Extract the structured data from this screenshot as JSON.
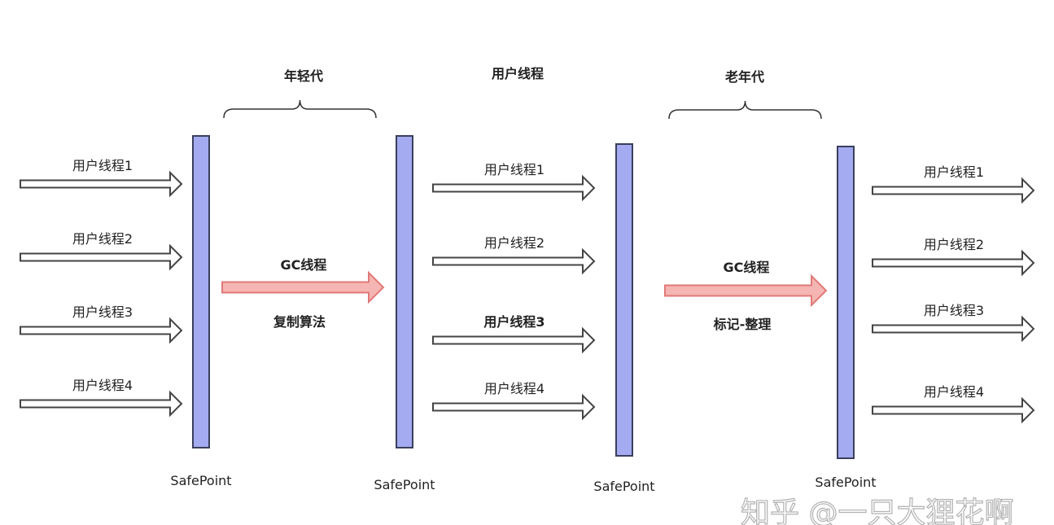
{
  "phases": [
    {
      "title": "年轻代",
      "gc_label": "GC线程",
      "algorithm": "复制算法"
    },
    {
      "title": "用户线程"
    },
    {
      "title": "老年代",
      "gc_label": "GC线程",
      "algorithm": "标记-整理"
    }
  ],
  "thread_groups": [
    [
      "用户线程1",
      "用户线程2",
      "用户线程3",
      "用户线程4"
    ],
    [
      "用户线程1",
      "用户线程2",
      "用户线程3",
      "用户线程4"
    ],
    [
      "用户线程1",
      "用户线程2",
      "用户线程3",
      "用户线程4"
    ]
  ],
  "safepoints": [
    "SafePoint",
    "SafePoint",
    "SafePoint",
    "SafePoint"
  ],
  "watermark": "知乎 @一只大狸花啊",
  "colors": {
    "safepoint_fill": "#a4abf0",
    "safepoint_stroke": "#3a3f5c",
    "gc_arrow_fill": "#f5b5b3",
    "gc_arrow_stroke": "#e07a78",
    "thread_arrow_stroke": "#444444"
  }
}
